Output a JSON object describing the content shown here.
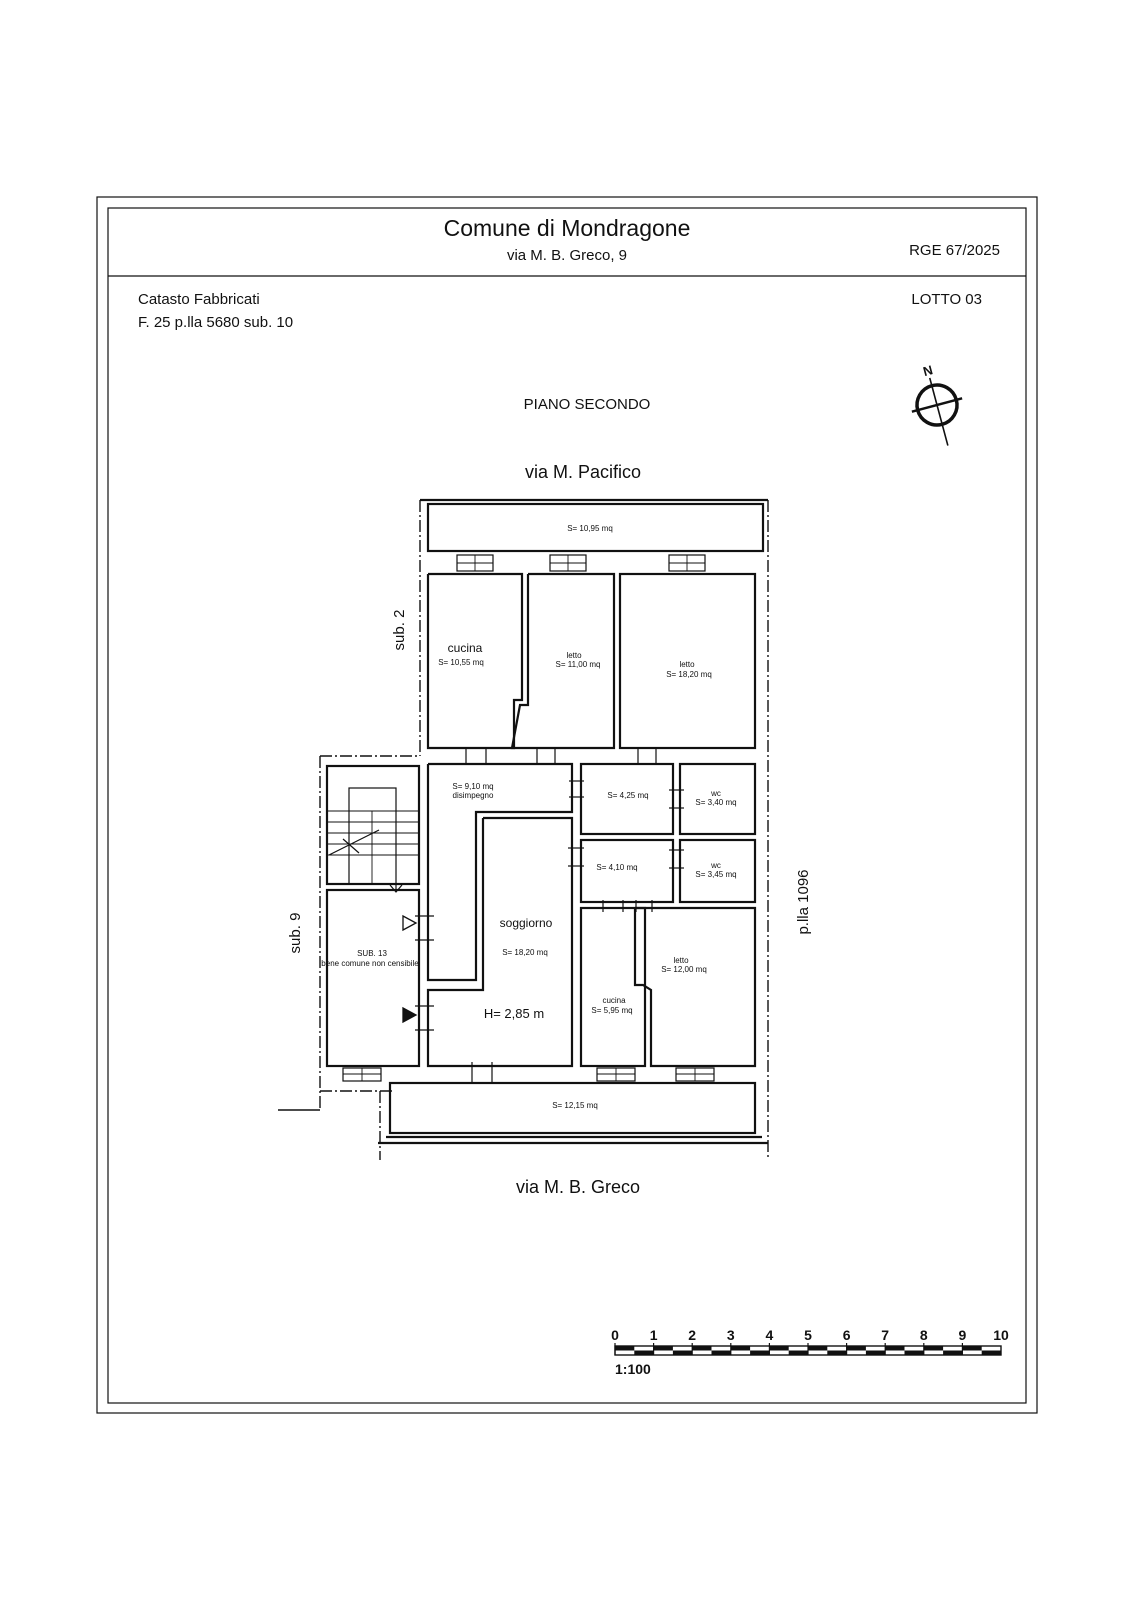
{
  "header": {
    "title": "Comune di Mondragone",
    "address": "via M. B. Greco, 9",
    "reference": "RGE 67/2025"
  },
  "cadastre": {
    "line1": "Catasto Fabbricati",
    "line2": "F. 25 p.lla 5680 sub. 10",
    "lot": "LOTTO 03"
  },
  "floor_label": "PIANO SECONDO",
  "compass": {
    "label": "N"
  },
  "plan": {
    "street_top": "via M. Pacifico",
    "street_bottom": "via M. B. Greco",
    "neighbor_left_upper": "sub. 2",
    "neighbor_left_lower": "sub. 9",
    "neighbor_right": "p.lla 1096",
    "height_note": "H= 2,85 m",
    "balcony_top": "S= 10,95 mq",
    "balcony_bottom": "S= 12,15 mq",
    "rooms": {
      "kitchen1": {
        "name": "cucina",
        "area": "S= 10,55 mq"
      },
      "bed1": {
        "name": "letto",
        "area": "S= 11,00 mq"
      },
      "bed2": {
        "name": "letto",
        "area": "S= 18,20 mq"
      },
      "hall": {
        "area": "S= 9,10 mq",
        "name": "disimpegno"
      },
      "closet1": {
        "area": "S= 4,25 mq"
      },
      "wc1": {
        "name": "wc",
        "area": "S= 3,40 mq"
      },
      "closet2": {
        "area": "S= 4,10 mq"
      },
      "wc2": {
        "name": "wc",
        "area": "S= 3,45 mq"
      },
      "living": {
        "name": "soggiorno",
        "area": "S= 18,20 mq"
      },
      "kitchen2": {
        "name": "cucina",
        "area": "S= 5,95 mq"
      },
      "bed3": {
        "name": "letto",
        "area": "S= 12,00 mq"
      },
      "common": {
        "name": "SUB. 13",
        "area": "bene comune non censibile"
      }
    }
  },
  "scale_bar": {
    "ticks": [
      "0",
      "1",
      "2",
      "3",
      "4",
      "5",
      "6",
      "7",
      "8",
      "9",
      "10"
    ],
    "ratio": "1:100"
  }
}
